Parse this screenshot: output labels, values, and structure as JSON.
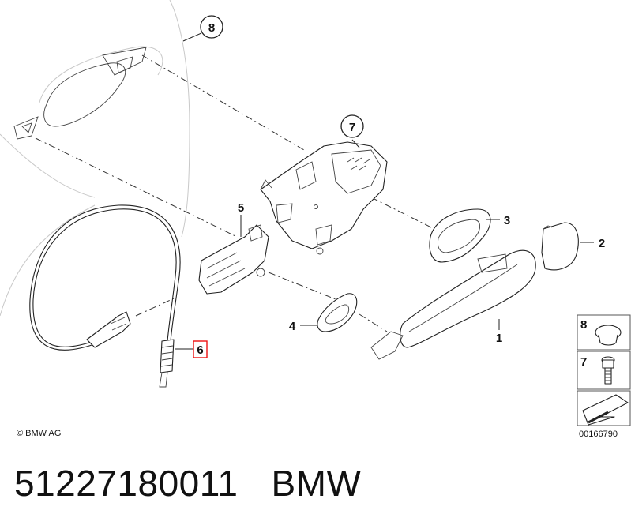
{
  "callouts": {
    "p1": "1",
    "p2": "2",
    "p3": "3",
    "p4": "4",
    "p5": "5",
    "p6": "6",
    "p7": "7",
    "p8": "8"
  },
  "legend": {
    "item_a": "8",
    "item_b": "7"
  },
  "copyright": "© BMW AG",
  "image_number": "00166790",
  "footer": {
    "part_number": "51227180011",
    "brand": "BMW"
  },
  "colors": {
    "highlight": "#e11111",
    "line": "#222222"
  }
}
